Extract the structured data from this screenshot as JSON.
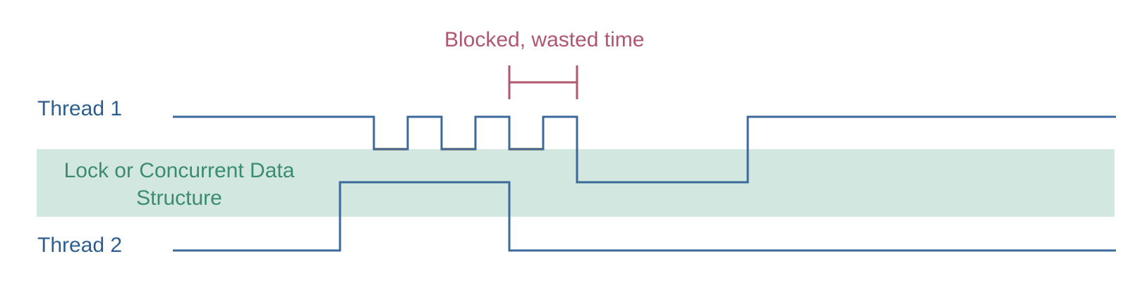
{
  "labels": {
    "thread1": "Thread 1",
    "thread2": "Thread 2",
    "lock_zone": "Lock or Concurrent Data Structure",
    "annotation": "Blocked, wasted time"
  },
  "colors": {
    "thread_line": "#3b6a9a",
    "thread_text": "#2e5e8e",
    "lock_zone_fill": "#d1e7df",
    "lock_zone_text": "#3c8c72",
    "blocked_segment": "#f3b772",
    "annotation": "#b0566f"
  }
}
